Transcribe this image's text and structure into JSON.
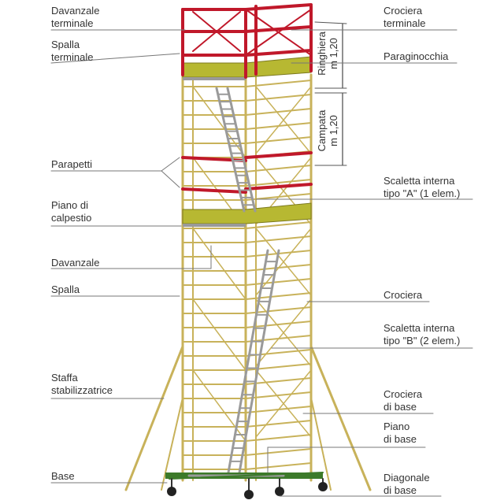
{
  "colors": {
    "frame": "#c8b25a",
    "red": "#c0182a",
    "platform": "#b7b832",
    "base": "#3c7a2a",
    "steel": "#9a9a9a"
  },
  "labels_left": [
    {
      "l1": "Davanzale",
      "l2": "terminale"
    },
    {
      "l1": "Spalla",
      "l2": "terminale"
    },
    {
      "l1": "Parapetti"
    },
    {
      "l1": "Piano di",
      "l2": "calpestio"
    },
    {
      "l1": "Davanzale"
    },
    {
      "l1": "Spalla"
    },
    {
      "l1": "Staffa",
      "l2": "stabilizzatrice"
    },
    {
      "l1": "Base"
    }
  ],
  "labels_right": [
    {
      "l1": "Crociera",
      "l2": "terminale"
    },
    {
      "l1": "Paraginocchia"
    },
    {
      "l1": "Scaletta interna",
      "l2": "tipo \"A\" (1 elem.)"
    },
    {
      "l1": "Crociera"
    },
    {
      "l1": "Scaletta interna",
      "l2": "tipo \"B\" (2 elem.)"
    },
    {
      "l1": "Crociera",
      "l2": "di base"
    },
    {
      "l1": "Piano",
      "l2": "di base"
    },
    {
      "l1": "Diagonale",
      "l2": "di base"
    }
  ],
  "dimensions": [
    {
      "l1": "Ringhiera",
      "l2": "m 1,20"
    },
    {
      "l1": "Campata",
      "l2": "m 1,20"
    }
  ]
}
